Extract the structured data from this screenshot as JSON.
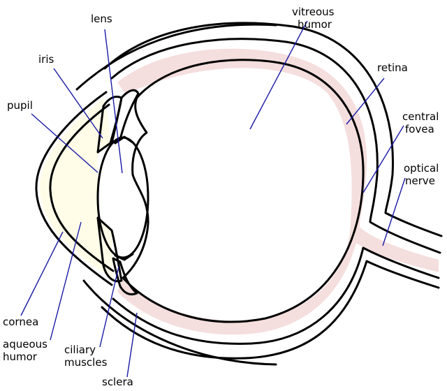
{
  "colors": {
    "vitreous": "#d3d3d3",
    "aqueous": "#fffde8",
    "lens": "#b8def2",
    "iris": "#1f3f10",
    "ciliary": "#eea0a0",
    "retina_band": "#f5dede",
    "leader": "#1a1aa6"
  },
  "labels": {
    "lens": "lens",
    "vitreous_line1": "vitreous",
    "vitreous_line2": "humor",
    "iris": "iris",
    "retina": "retina",
    "pupil": "pupil",
    "central_fovea_line1": "central",
    "central_fovea_line2": "fovea",
    "optical_nerve_line1": "optical",
    "optical_nerve_line2": "nerve",
    "cornea": "cornea",
    "aqueous_line1": "aqueous",
    "aqueous_line2": "humor",
    "ciliary_line1": "ciliary",
    "ciliary_line2": "muscles",
    "sclera": "sclera"
  }
}
